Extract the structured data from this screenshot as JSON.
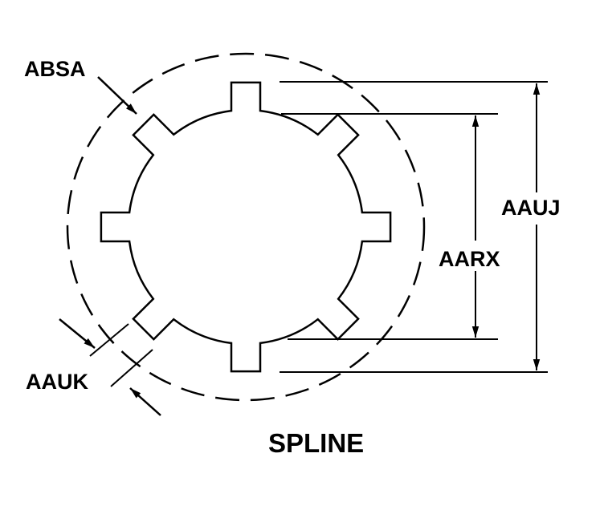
{
  "title": "SPLINE",
  "labels": {
    "absa": "ABSA",
    "aauk": "AAUK",
    "aarx": "AARX",
    "aauj": "AAUJ"
  },
  "spline": {
    "tooth_count": 8
  },
  "colors": {
    "ink": "#000000",
    "background": "#ffffff"
  }
}
